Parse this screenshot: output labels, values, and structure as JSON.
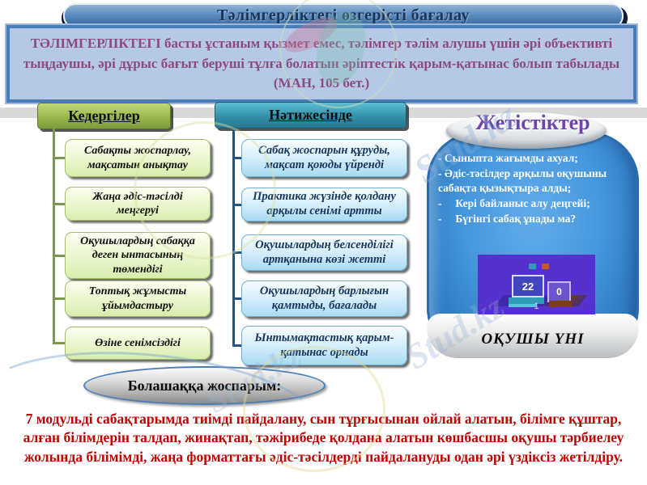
{
  "slide": {
    "title": "Тәлімгерліктегі өзгерісті бағалау",
    "intro": "ТӘЛІМГЕРЛІКТЕГІ басты ұстаным қызмет емес, тәлімгер тәлім алушы үшін әрі объективті тыңдаушы, әрі дұрыс бағыт беруші тұлға болатын әріптестік қарым-қатынас болып табылады (МАН, 105 бет.)",
    "watermark": "Stud.kz"
  },
  "barriers": {
    "header": "Кедергілер",
    "items": [
      "Сабақты жоспарлау, мақсатын анықтау",
      "Жаңа әдіс-тәсілді меңгеруі",
      "Оқушылардың сабаққа деген ынтасының төмендігі",
      "Топтық жұмысты ұйымдастыру",
      "Өзіне сенімсіздігі"
    ]
  },
  "results": {
    "header": "Нәтижесінде",
    "items": [
      "Сабақ жоспарын құруды, мақсат қоюды үйренді",
      "Практика жүзінде қолдану арқылы сенімі артты",
      "Оқушылардың белсенділігі артқанына көзі жетті",
      "Оқушылардың барлығын қамтыды, бағалады",
      "Ынтымақтастық қарым-қатынас орнады"
    ]
  },
  "achievements": {
    "header": "Жетістіктер",
    "bullets": [
      "- Сыныпта жағымды ахуал;",
      "- Әдіс-тәсілдер арқылы оқушыны сабақта қызықтыра алды;",
      "-     Кері байланыс алу деңгейі;",
      "-     Бүгінгі сабақ ұнады ма?"
    ],
    "poll": {
      "count_a": "22",
      "count_b": "0",
      "slide_number": "1"
    },
    "caption": "ОҚУШЫ ҮНІ"
  },
  "future": {
    "label": "Болашаққа жоспарым:",
    "text": "7 модульді сабақтарымда тиімді пайдалану, сын тұрғысынан ойлай алатын, білімге құштар, алған білімдерін талдап, жинақтап, тәжірибеде қолдана алатын көшбасшы оқушы тәрбиелеу жолында білімімді, жаңа форматтағы әдіс-тәсілдерді пайдалануды одан әрі үздіксіз жетілдіру."
  },
  "colors": {
    "title_bar": "#34679e",
    "intro_fill": "#b5c9e6",
    "intro_border": "#4a7cb8",
    "intro_text": "#8c4a7d",
    "barriers_header": "#9ab74f",
    "barriers_node": "#d8edae",
    "results_header": "#3390a9",
    "results_node": "#a8dbf2",
    "jar_blue": "#4697dc",
    "jar_title_purple": "#6f46a8",
    "poll_background": "#5532cd",
    "future_red": "#c00000"
  }
}
